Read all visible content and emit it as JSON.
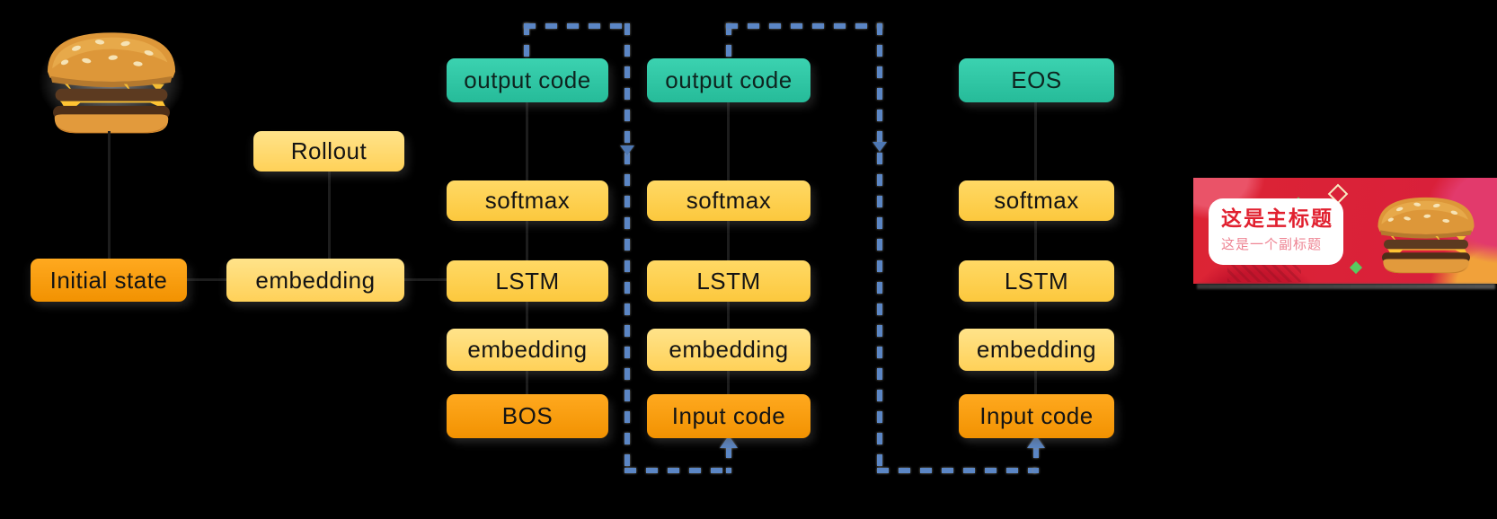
{
  "left": {
    "initial_state": "Initial state",
    "embedding": "embedding",
    "rollout": "Rollout",
    "burger_image": "hamburger-photo"
  },
  "columns": [
    {
      "output": "output code",
      "softmax": "softmax",
      "lstm": "LSTM",
      "embedding": "embedding",
      "input": "BOS"
    },
    {
      "output": "output code",
      "softmax": "softmax",
      "lstm": "LSTM",
      "embedding": "embedding",
      "input": "Input code"
    },
    {
      "output": "EOS",
      "softmax": "softmax",
      "lstm": "LSTM",
      "embedding": "embedding",
      "input": "Input code"
    }
  ],
  "banner": {
    "title": "这是主标题",
    "subtitle": "这是一个副标题",
    "image": "hamburger-photo"
  },
  "colors": {
    "background": "#000000",
    "teal_box": "#2ec7a5",
    "yellow_box": "#ffd150",
    "light_yellow_box": "#ffdb6e",
    "orange_box": "#fa9a04",
    "dash_blue": "#5b86c5",
    "banner_red": "#da2033",
    "banner_title_red": "#e1202f",
    "banner_subtitle_pink": "#ee8493"
  }
}
